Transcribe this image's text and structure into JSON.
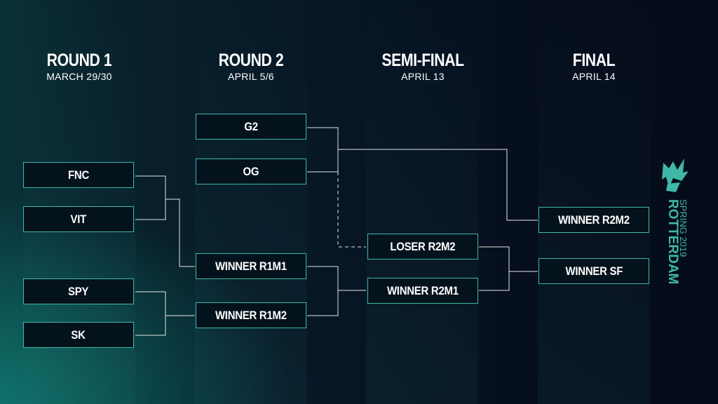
{
  "colors": {
    "accent": "#3fb8a8",
    "line": "#e6e6e6",
    "background": "#060f1f"
  },
  "rounds": [
    {
      "title": "ROUND 1",
      "date": "MARCH 29/30"
    },
    {
      "title": "ROUND 2",
      "date": "APRIL 5/6"
    },
    {
      "title": "SEMI-FINAL",
      "date": "APRIL 13"
    },
    {
      "title": "FINAL",
      "date": "APRIL 14"
    }
  ],
  "round1": [
    "FNC",
    "VIT",
    "SPY",
    "SK"
  ],
  "round2": [
    "G2",
    "OG",
    "WINNER R1M1",
    "WINNER R1M2"
  ],
  "semifinal": [
    "LOSER R2M2",
    "WINNER R2M1"
  ],
  "final": [
    "WINNER R2M2",
    "WINNER SF"
  ],
  "logo": {
    "city": "ROTTERDAM",
    "season": "SPRING 2019",
    "icon": "msi-logo-icon"
  }
}
